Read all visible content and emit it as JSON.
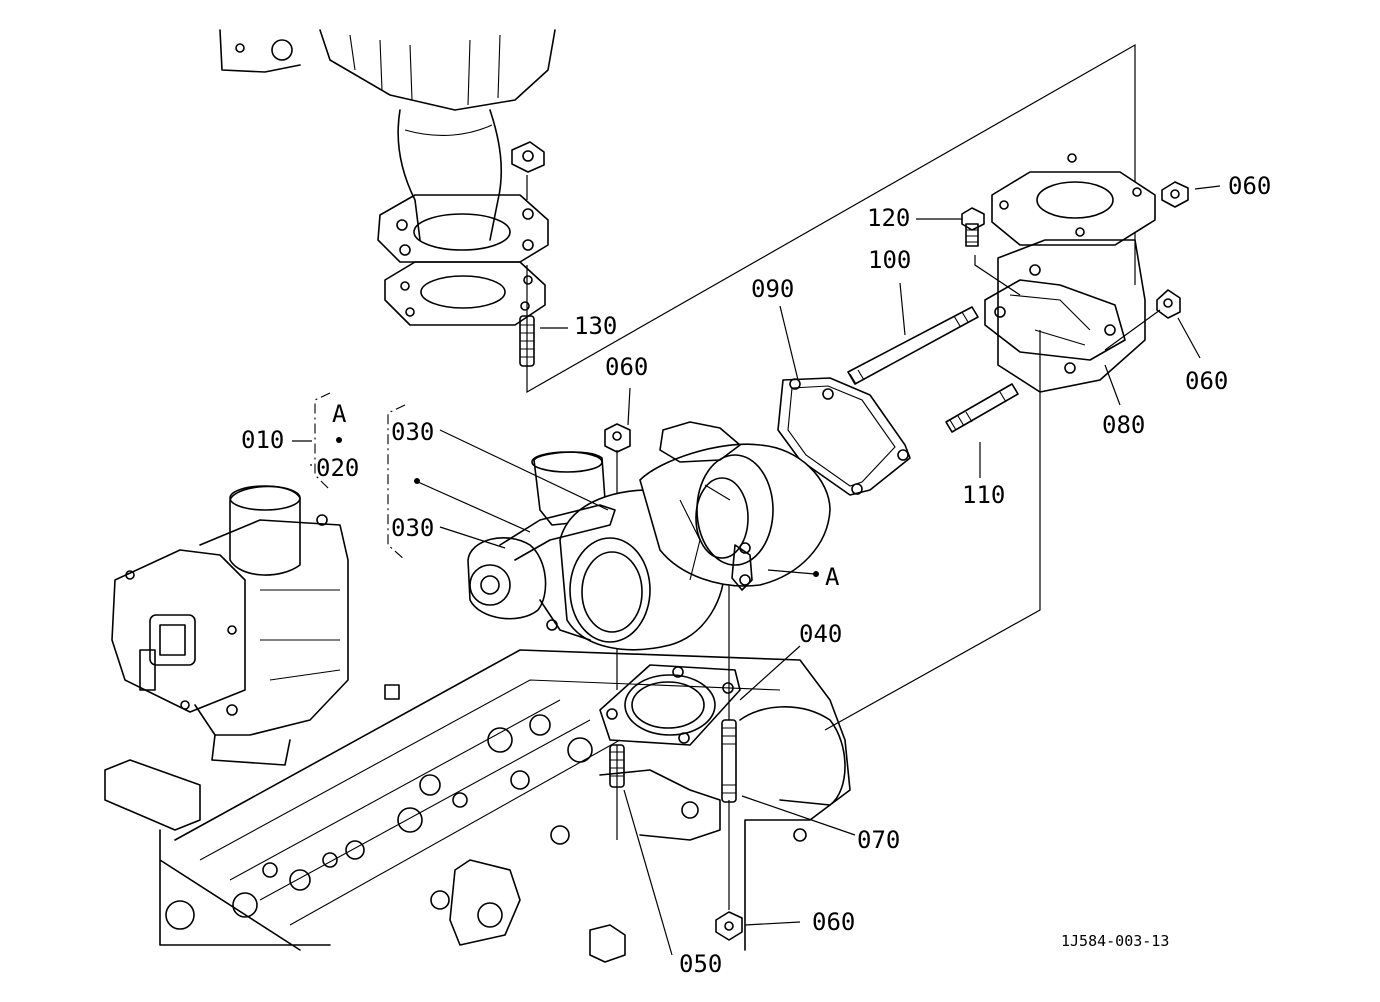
{
  "diagram": {
    "part_numbers": {
      "p010": "010",
      "p020": "020",
      "p030a": "030",
      "p030b": "030",
      "p040": "040",
      "p050": "050",
      "p060_top": "060",
      "p060_mid": "060",
      "p060_turbo": "060",
      "p060_bottom": "060",
      "p070": "070",
      "p080": "080",
      "p090": "090",
      "p100": "100",
      "p110": "110",
      "p120": "120",
      "p130": "130"
    },
    "ref_marks": {
      "a_upper": "A",
      "a_right": "A"
    },
    "drawing_code": "1J584-003-13"
  }
}
